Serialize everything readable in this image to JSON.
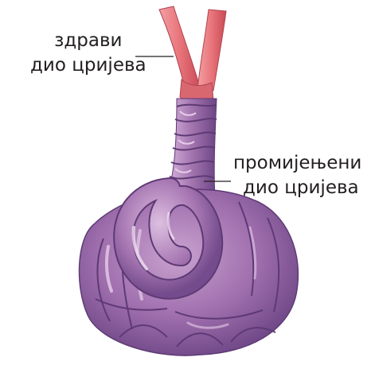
{
  "figure": {
    "labels": {
      "healthy": {
        "line1": "здрави",
        "line2": "дио цријева"
      },
      "changed": {
        "line1": "промијењени",
        "line2": "дио цријева"
      }
    },
    "colors": {
      "healthy_intestine": "#e8747a",
      "healthy_intestine_dark": "#c94a55",
      "twisted_intestine": "#9a6aa8",
      "twisted_intestine_dark": "#6c4584",
      "twisted_intestine_light": "#c9a3cf",
      "leader_line": "#231f20",
      "text": "#231f20"
    }
  }
}
